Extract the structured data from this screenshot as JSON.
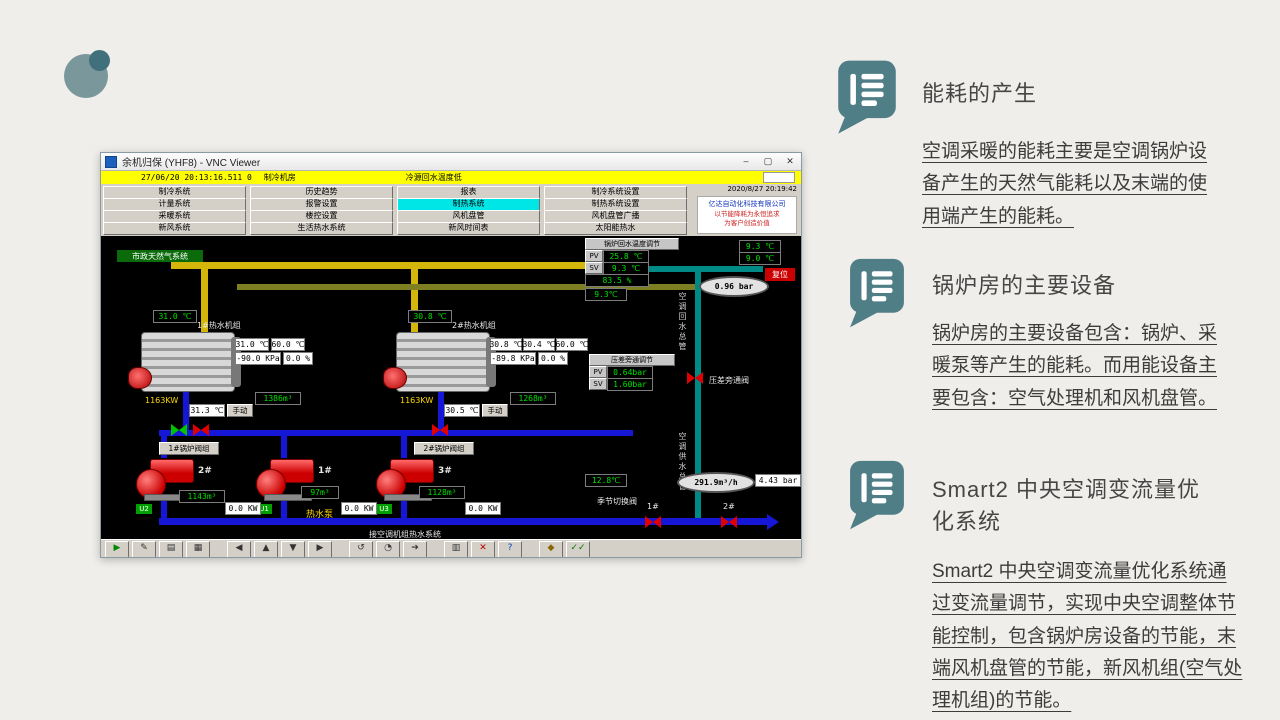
{
  "slide": {
    "bg": "#f0eeea",
    "sections": [
      {
        "title": "能耗的产生",
        "body": "空调采暖的能耗主要是空调锅炉设备产生的天然气能耗以及末端的使用端产生的能耗。"
      },
      {
        "title": "锅炉房的主要设备",
        "body": "锅炉房的主要设备包含：锅炉、采暖泵等产生的能耗。而用能设备主要包含：空气处理机和风机盘管。"
      },
      {
        "title": "Smart2 中央空调变流量优化系统",
        "body": "Smart2 中央空调变流量优化系统通过变流量调节，实现中央空调整体节能控制，包含锅炉房设备的节能，末端风机盘管的节能，新风机组(空气处理机组)的节能。"
      }
    ]
  },
  "vnc": {
    "title": "余机归保 (YHF8) - VNC Viewer",
    "chrome": {
      "min": "–",
      "max": "▢",
      "close": "✕"
    },
    "alarm": {
      "time": "27/06/20 20:13:16.511 0",
      "area": "制冷机房",
      "message": "冷源回水温度低"
    },
    "datetime": "2020/8/27 20:19:42",
    "vendor": [
      "亿达自动化科技有限公司",
      "以节能降耗为永恒追求",
      "为客户创造价值"
    ],
    "menu": {
      "active": "制热系统",
      "rows": [
        [
          "制冷系统",
          "历史趋势",
          "报表",
          "制冷系统设置"
        ],
        [
          "计量系统",
          "报警设置",
          "制热系统",
          "制热系统设置"
        ],
        [
          "采暖系统",
          "楼控设置",
          "风机盘管",
          "风机盘管广播"
        ],
        [
          "新风系统",
          "生活热水系统",
          "新风时间表",
          "太阳能热水"
        ]
      ]
    },
    "diagram": {
      "gas_label": "市政天然气系统",
      "boilers": [
        {
          "name": "1#热水机组",
          "inlet": "31.0 ℃",
          "temps": [
            "31.0 ℃",
            "60.0 ℃"
          ],
          "kpa": "-90.0 KPa",
          "pct": "0.0 %",
          "power": "1163KW",
          "outlet": "31.3 ℃",
          "mode": "手动",
          "flow": "1386m³",
          "valve_group": "1#锅炉阀组"
        },
        {
          "name": "2#热水机组",
          "inlet": "30.8 ℃",
          "temps": [
            "30.8 ℃",
            "30.4 ℃",
            "60.0 ℃"
          ],
          "kpa": "-89.8 KPa",
          "pct": "0.0 %",
          "power": "1163KW",
          "outlet": "30.5 ℃",
          "mode": "手动",
          "flow": "1268m³",
          "valve_group": "2#锅炉阀组"
        }
      ],
      "pumps": [
        {
          "id": "2#",
          "unit": "U2",
          "flow": "1143m³",
          "kw": "0.0 KW"
        },
        {
          "id": "1#",
          "unit": "U1",
          "flow": "97m³",
          "kw": "0.0 KW"
        },
        {
          "id": "3#",
          "unit": "U3",
          "flow": "1128m³",
          "kw": "0.0 KW"
        }
      ],
      "pump_group": "热水泵",
      "boiler_return": {
        "header": "锅炉回水温度调节",
        "pv_label": "PV",
        "sv_label": "SV",
        "pv": "25.8 ℃",
        "sv": "9.3 ℃",
        "output": "83.5 %",
        "aux_pv": "9.3 ℃",
        "aux_sv": "9.0 ℃",
        "reset": "复位",
        "supply": "9.3℃",
        "pressure": "0.96 bar"
      },
      "bypass": {
        "header": "压差旁通调节",
        "pv_label": "PV",
        "sv_label": "SV",
        "pv": "0.64bar",
        "sv": "1.60bar",
        "valve": "压差旁通阀"
      },
      "season": {
        "temp": "12.8℃",
        "flow": "291.9m³/h",
        "pressure": "4.43 bar",
        "valve": "季节切换阀"
      },
      "main_valves": [
        "1#",
        "2#"
      ],
      "riser_labels": [
        "空调回水总管",
        "空调供水总管"
      ],
      "outlet_label": "接空调机组热水系统"
    },
    "toolbar": [
      {
        "name": "run",
        "glyph": "▶",
        "color": "#008800"
      },
      {
        "name": "edit",
        "glyph": "✎",
        "color": "#333333"
      },
      {
        "name": "print",
        "glyph": "▤",
        "color": "#333333"
      },
      {
        "name": "keypad",
        "glyph": "▦",
        "color": "#333333"
      },
      {
        "name": "nav-left",
        "glyph": "◀",
        "color": "#333333",
        "gap": true
      },
      {
        "name": "nav-up",
        "glyph": "▲",
        "color": "#333333"
      },
      {
        "name": "nav-down",
        "glyph": "▼",
        "color": "#333333"
      },
      {
        "name": "nav-right",
        "glyph": "▶",
        "color": "#333333"
      },
      {
        "name": "undo",
        "glyph": "↺",
        "color": "#333333",
        "gap": true
      },
      {
        "name": "clock",
        "glyph": "◔",
        "color": "#333333"
      },
      {
        "name": "forward",
        "glyph": "➔",
        "color": "#333333"
      },
      {
        "name": "report",
        "glyph": "▥",
        "color": "#333333",
        "gap": true
      },
      {
        "name": "close-red",
        "glyph": "✕",
        "color": "#bb0000"
      },
      {
        "name": "help",
        "glyph": "?",
        "color": "#0044bb"
      },
      {
        "name": "alarm",
        "glyph": "◆",
        "color": "#886600",
        "gap": true
      },
      {
        "name": "confirm",
        "glyph": "✓✓",
        "color": "#007700"
      }
    ]
  }
}
